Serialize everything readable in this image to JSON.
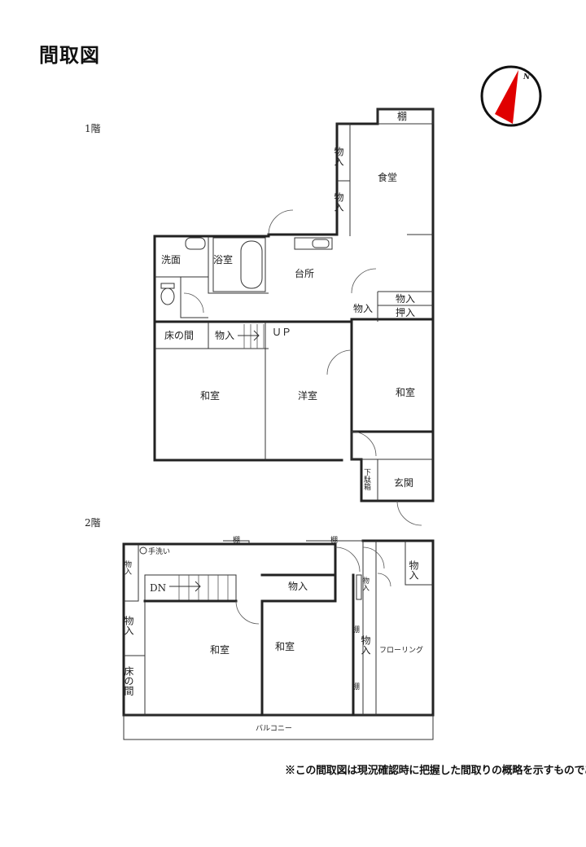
{
  "title": "間取図",
  "compass": {
    "label": "N",
    "needle_color": "#e00000"
  },
  "floor1": {
    "heading": "1階",
    "rooms": {
      "shelf": "棚",
      "storage_a": "物入",
      "storage_b": "物入",
      "dining": "食堂",
      "washroom": "洗面",
      "bath": "浴室",
      "kitchen": "台所",
      "storage_c": "物入",
      "storage_d": "物入",
      "closet": "押入",
      "tokonoma": "床の間",
      "storage_e": "物入",
      "up": "ＵＰ",
      "washitsu_1": "和室",
      "youshitsu": "洋室",
      "washitsu_2": "和室",
      "shoebox": "下駄箱",
      "entrance": "玄関"
    }
  },
  "floor2": {
    "heading": "2階",
    "rooms": {
      "shelf_a": "棚",
      "shelf_b": "棚",
      "handwash": "手洗い",
      "storage_a": "物入",
      "dn": "DN",
      "storage_b": "物入",
      "storage_c": "物入",
      "storage_d": "物入",
      "storage_e": "物入",
      "storage_f": "物入",
      "tokonoma": "床の間",
      "washitsu_1": "和室",
      "washitsu_2": "和室",
      "shelf_c": "棚",
      "shelf_d": "棚",
      "flooring": "フローリング",
      "balcony": "バルコニー"
    }
  },
  "note": "※この間取図は現況確認時に把握した間取りの概略を示すものである"
}
